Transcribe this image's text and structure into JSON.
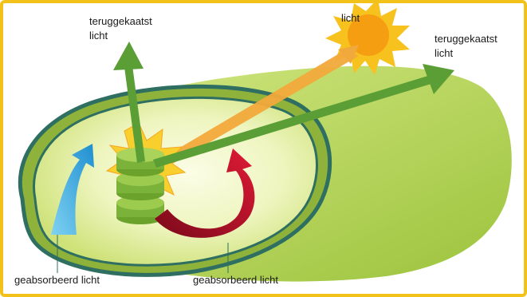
{
  "labels": {
    "sun": "licht",
    "reflected_left": [
      "teruggekaatst",
      "licht"
    ],
    "reflected_right": [
      "teruggekaatst",
      "licht"
    ],
    "absorbed_left": "geabsorbeerd licht",
    "absorbed_right": "geabsorbeerd licht"
  },
  "colors": {
    "frame": "#f2c21a",
    "leaf_light": "#bfd957",
    "leaf_dark": "#8fb32f",
    "cell_wall": "#2e6f62",
    "cytoplasm": "#f4f7c6",
    "reflected_arrow": "#5a9e35",
    "sun": "#f7b518",
    "sun_ray": "#f2a93b",
    "absorbed_blue": "#2aa3d9",
    "absorbed_red": "#c8102e",
    "chloroplast": "#7bb33a"
  }
}
